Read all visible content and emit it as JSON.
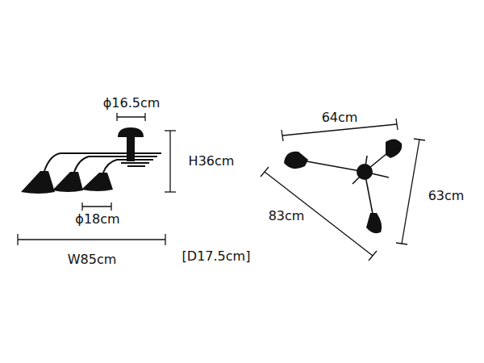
{
  "diagram": {
    "labels": [
      "ϕ16.5cm",
      "H36cm",
      "ϕ18cm",
      "W85cm",
      "[D17.5cm]",
      "64cm",
      "83cm",
      "63cm"
    ]
  }
}
